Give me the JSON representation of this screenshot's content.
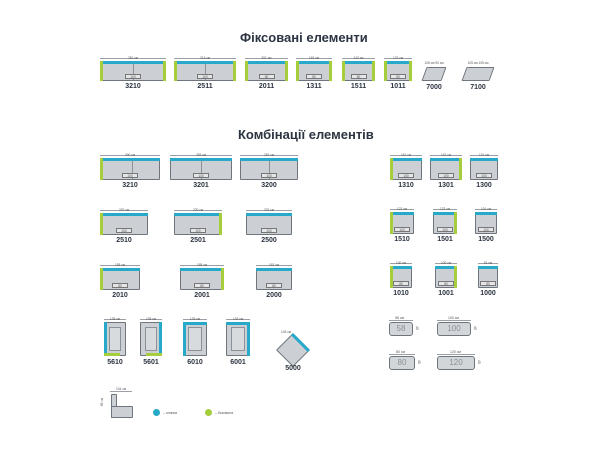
{
  "headings": {
    "fixed": "Фіксовані елементи",
    "combos": "Комбінації елементів"
  },
  "colors": {
    "back": "#27a9c9",
    "arm": "#a5cd3c",
    "body": "#ccd0d4"
  },
  "fixed_units": [
    {
      "code": "3210",
      "dim": "281 см",
      "badge": "100"
    },
    {
      "code": "2511",
      "dim": "214 см",
      "badge": "100"
    },
    {
      "code": "2011",
      "dim": "201 см",
      "badge": "80"
    },
    {
      "code": "1311",
      "dim": "163 см",
      "badge": "80"
    },
    {
      "code": "1511",
      "dim": "143 см",
      "badge": "80"
    },
    {
      "code": "1011",
      "dim": "122 см",
      "badge": "80"
    },
    {
      "code": "7000",
      "dim": "105 см 90 см"
    },
    {
      "code": "7100",
      "dim": "105 см 105 см"
    }
  ],
  "combo_units": [
    {
      "code": "3210",
      "dim": "300 см",
      "badge": "100"
    },
    {
      "code": "3201",
      "dim": "283 см",
      "badge": "100"
    },
    {
      "code": "3200",
      "dim": "262 см",
      "badge": "100"
    },
    {
      "code": "2510",
      "dim": "220 см",
      "badge": "100"
    },
    {
      "code": "2501",
      "dim": "220 см",
      "badge": "100"
    },
    {
      "code": "2500",
      "dim": "202 см",
      "badge": "100"
    },
    {
      "code": "2010",
      "dim": "155 см",
      "badge": "80"
    },
    {
      "code": "2001",
      "dim": "185 см",
      "badge": "80"
    },
    {
      "code": "2000",
      "dim": "162 см",
      "badge": "80"
    },
    {
      "code": "5610",
      "dim": "135 см"
    },
    {
      "code": "5601",
      "dim": "135 см"
    },
    {
      "code": "6010",
      "dim": "133 см"
    },
    {
      "code": "6001",
      "dim": "133 см"
    },
    {
      "code": "5000",
      "dim": "103 см"
    },
    {
      "code": "1310",
      "dim": "161 см",
      "badge": "100"
    },
    {
      "code": "1301",
      "dim": "142 см",
      "badge": "100"
    },
    {
      "code": "1300",
      "dim": "131 см",
      "badge": "100"
    },
    {
      "code": "1510",
      "dim": "122 см",
      "badge": "100"
    },
    {
      "code": "1501",
      "dim": "122 см",
      "badge": "100"
    },
    {
      "code": "1500",
      "dim": "101 см",
      "badge": "100"
    },
    {
      "code": "1010",
      "dim": "100 см",
      "badge": "80"
    },
    {
      "code": "1001",
      "dim": "100 см",
      "badge": "80"
    },
    {
      "code": "1000",
      "dim": "81 см",
      "badge": "80"
    }
  ],
  "poufs": [
    {
      "label": "58",
      "dim": "58 см"
    },
    {
      "label": "100",
      "dim": "100 см"
    },
    {
      "label": "80",
      "dim": "80 см"
    },
    {
      "label": "120",
      "dim": "120 см"
    }
  ],
  "side_view": {
    "dim_w": "104 см",
    "dim_h": "85 см"
  },
  "legend": [
    {
      "label": "спинка",
      "color": "#27a9c9"
    },
    {
      "label": "боковина",
      "color": "#a5cd3c"
    }
  ]
}
